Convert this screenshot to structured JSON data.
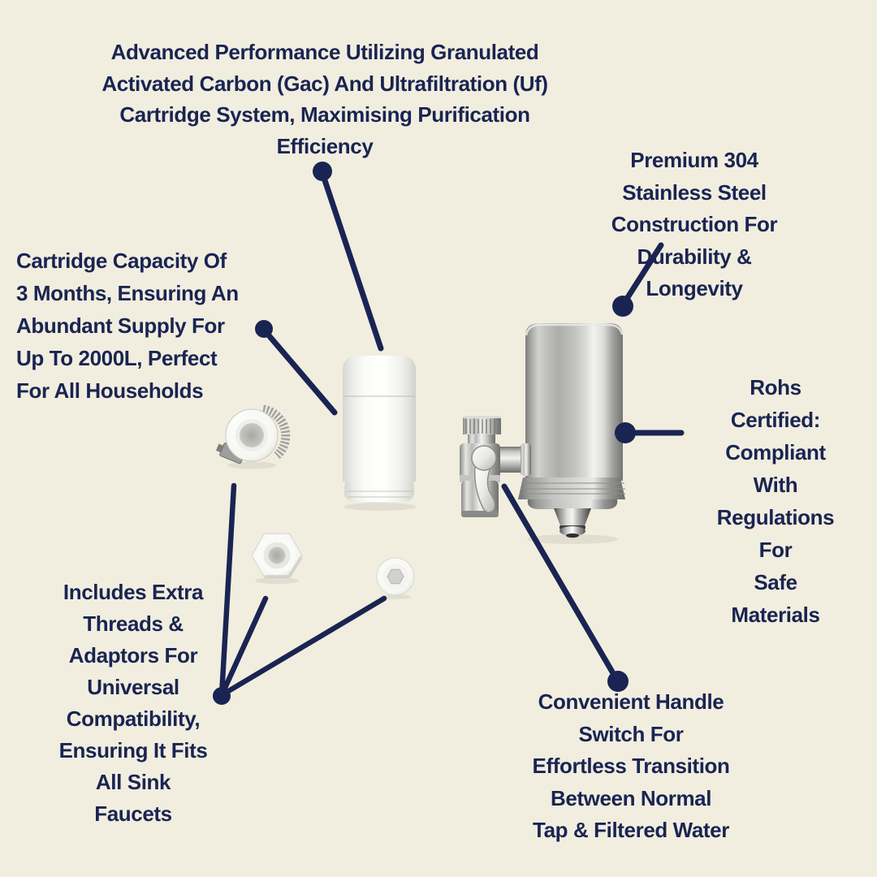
{
  "colors": {
    "background": "#f1eedf",
    "text_navy": "#1a2453",
    "connector_navy": "#1a2453"
  },
  "callouts": {
    "gac": {
      "text": "Advanced Performance Utilizing Granulated\nActivated Carbon (Gac) And Ultrafiltration (Uf)\nCartridge System, Maximising Purification\nEfficiency"
    },
    "steel": {
      "text": "Premium 304 Stainless Steel\nConstruction For Durability &\nLongevity"
    },
    "cartridge_capacity": {
      "text": "Cartridge Capacity Of\n3 Months, Ensuring An\nAbundant Supply For\nUp To 2000L, Perfect\nFor All Households"
    },
    "rohs": {
      "text": "Rohs Certified:\nCompliant With\nRegulations For\nSafe Materials"
    },
    "adaptors": {
      "text": "Includes Extra\nThreads &\nAdaptors For\nUniversal\nCompatibility,\nEnsuring It Fits\nAll Sink\nFaucets"
    },
    "handle_switch": {
      "text": "Convenient Handle Switch For\nEffortless Transition Between Normal\nTap & Filtered Water"
    }
  }
}
